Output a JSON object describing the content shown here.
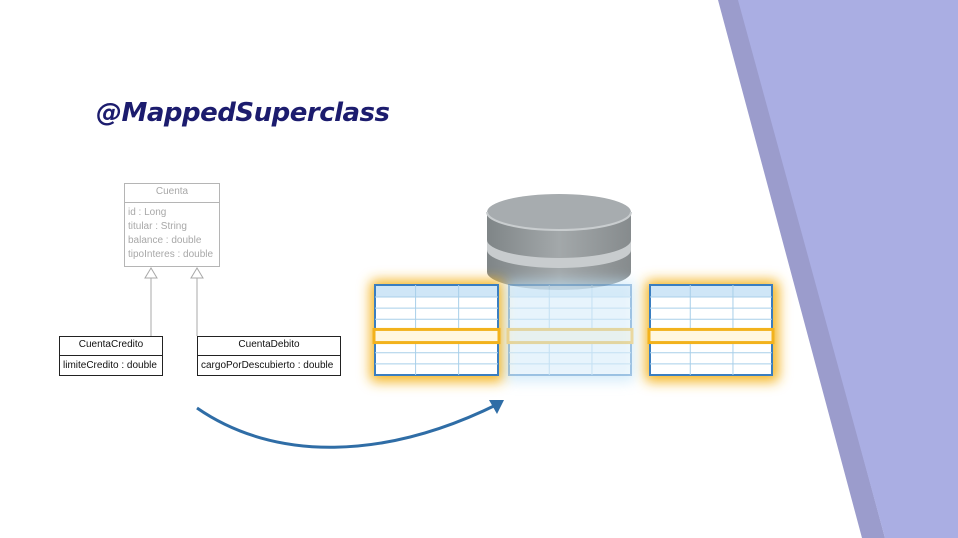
{
  "slide": {
    "title": "@MappedSuperclass"
  },
  "uml": {
    "parent": {
      "name": "Cuenta",
      "attributes": [
        "id : Long",
        "titular : String",
        "balance : double",
        "tipoInteres : double"
      ]
    },
    "child_left": {
      "name": "CuentaCredito",
      "attribute": "limiteCredito : double"
    },
    "child_right": {
      "name": "CuentaDebito",
      "attribute": "cargoPorDescubierto : double"
    }
  },
  "colors": {
    "title": "#1c1c6e",
    "triangle_light": "#aaaee3",
    "triangle_dark": "#9b9ccc",
    "arrow": "#2f6da6",
    "highlight": "#f2b21c",
    "table_border": "#3a7ec0",
    "database": "#a7acaf"
  }
}
